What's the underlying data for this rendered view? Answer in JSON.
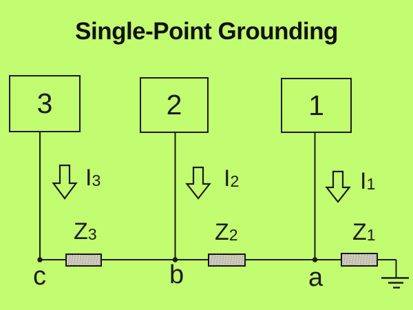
{
  "title": "Single-Point Grounding",
  "boxes": [
    {
      "label": "3"
    },
    {
      "label": "2"
    },
    {
      "label": "1"
    }
  ],
  "currents": [
    {
      "symbol": "I",
      "sub": "3"
    },
    {
      "symbol": "I",
      "sub": "2"
    },
    {
      "symbol": "I",
      "sub": "1"
    }
  ],
  "impedances": [
    {
      "symbol": "Z",
      "sub": "3"
    },
    {
      "symbol": "Z",
      "sub": "2"
    },
    {
      "symbol": "Z",
      "sub": "1"
    }
  ],
  "nodes": [
    {
      "label": "c"
    },
    {
      "label": "b"
    },
    {
      "label": "a"
    }
  ],
  "icons": {
    "current_arrow": "hollow-down-arrow",
    "ground": "earth-ground"
  },
  "colors": {
    "background": "#c2fc71",
    "line": "#1b1b1b",
    "text": "#161616",
    "resistor_fill": "#c9c5b4"
  }
}
